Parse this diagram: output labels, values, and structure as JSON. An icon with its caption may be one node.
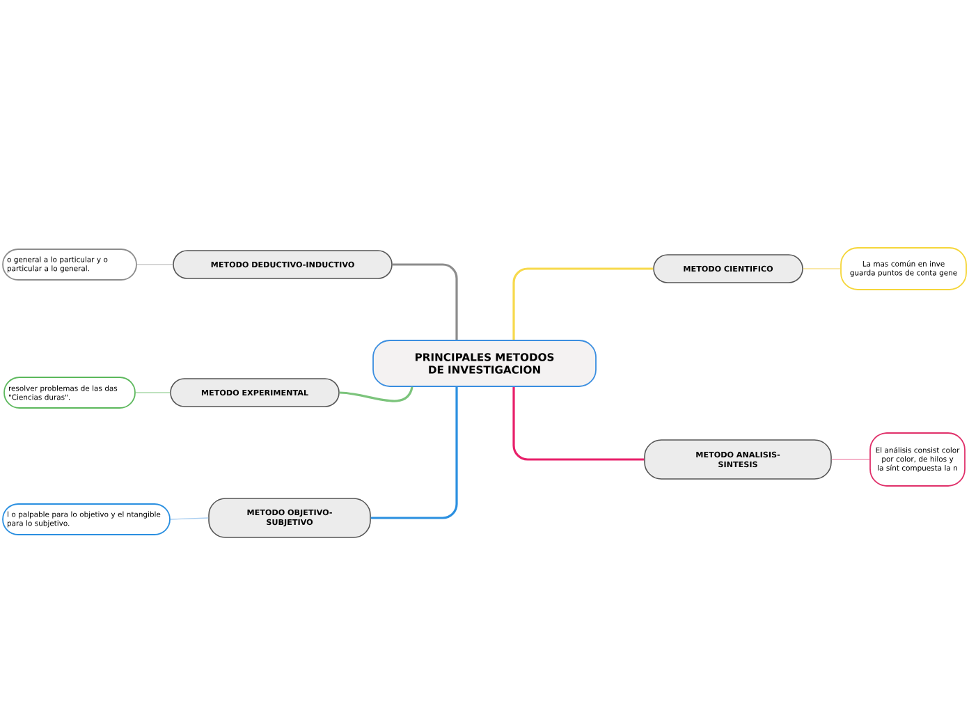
{
  "diagram": {
    "nodes": [
      {
        "text": [
          "PRINCIPALES METODOS DE INVESTIGACION"
        ]
      },
      {
        "text": [
          "METODO CIENTIFICO"
        ]
      },
      {
        "text": [
          "La mas común en inve guarda puntos de conta gene"
        ]
      },
      {
        "text": [
          "METODO ANALISIS-SINTESIS"
        ]
      },
      {
        "text": [
          "El análisis consist color por color, de hilos y la sínt compuesta la n"
        ]
      },
      {
        "text": [
          "METODO DEDUCTIVO-INDUCTIVO"
        ]
      },
      {
        "text": [
          "o general a lo particular y o particular a lo general."
        ]
      },
      {
        "text": [
          "METODO EXPERIMENTAL"
        ]
      },
      {
        "text": [
          "resolver problemas de las das \"Ciencias duras\"."
        ]
      },
      {
        "text": [
          "METODO OBJETIVO-SUBJETIVO"
        ]
      },
      {
        "text": [
          "l o palpable para lo objetivo y el ntangible para lo subjetivo."
        ]
      }
    ],
    "edges": [
      {
        "from": 0,
        "to": 1,
        "arrow": "none",
        "color": "#f7d94c"
      },
      {
        "from": 1,
        "to": 2,
        "arrow": "none",
        "color": "#f7e08a"
      },
      {
        "from": 0,
        "to": 3,
        "arrow": "none",
        "color": "#e8206a"
      },
      {
        "from": 3,
        "to": 4,
        "arrow": "none",
        "color": "#f29ab8"
      },
      {
        "from": 0,
        "to": 5,
        "arrow": "none",
        "color": "#8c8c8c"
      },
      {
        "from": 5,
        "to": 6,
        "arrow": "none",
        "color": "#c8c8c8"
      },
      {
        "from": 0,
        "to": 7,
        "arrow": "none",
        "color": "#7cc47c"
      },
      {
        "from": 7,
        "to": 8,
        "arrow": "none",
        "color": "#a8d8a8"
      },
      {
        "from": 0,
        "to": 9,
        "arrow": "none",
        "color": "#2a8fe0"
      },
      {
        "from": 9,
        "to": 10,
        "arrow": "none",
        "color": "#a8cdf0"
      }
    ]
  }
}
